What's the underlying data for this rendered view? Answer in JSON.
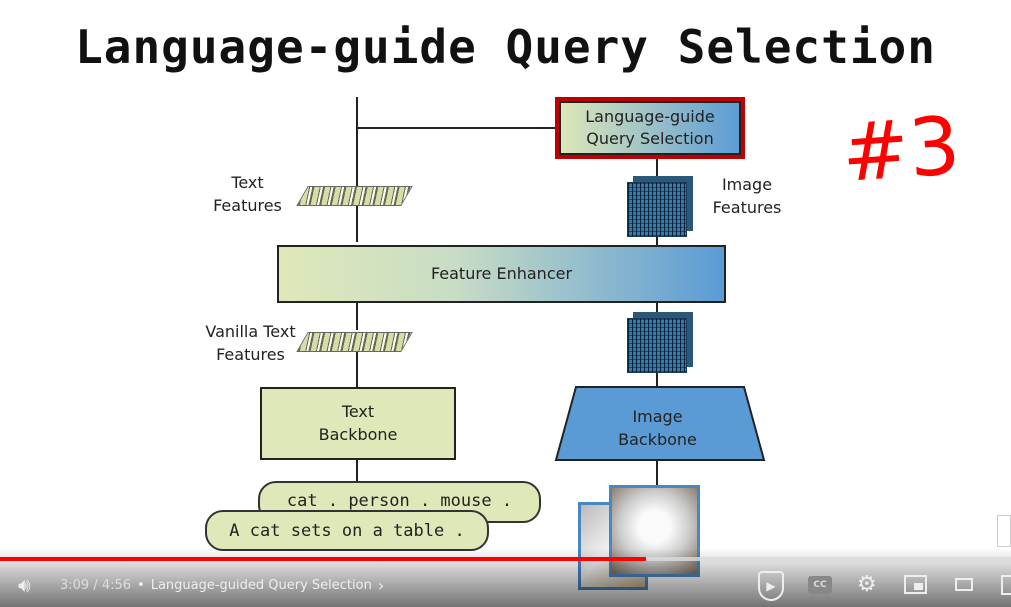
{
  "slide": {
    "title": "Language-guide Query Selection",
    "annotation": "#3",
    "lqs_box": "Language-guide Query Selection",
    "text_features": "Text Features",
    "image_features": "Image Features",
    "feature_enhancer": "Feature Enhancer",
    "vanilla_text_features": "Vanilla Text Features",
    "text_backbone": "Text Backbone",
    "image_backbone": "Image Backbone",
    "prompt_categories": "cat . person . mouse .",
    "prompt_sentence": "A cat sets on a table ."
  },
  "player": {
    "time": "3:09 / 4:56",
    "chapter": "Language-guided Query Selection",
    "progress_fraction": 0.639,
    "accent": "#ff0000"
  }
}
